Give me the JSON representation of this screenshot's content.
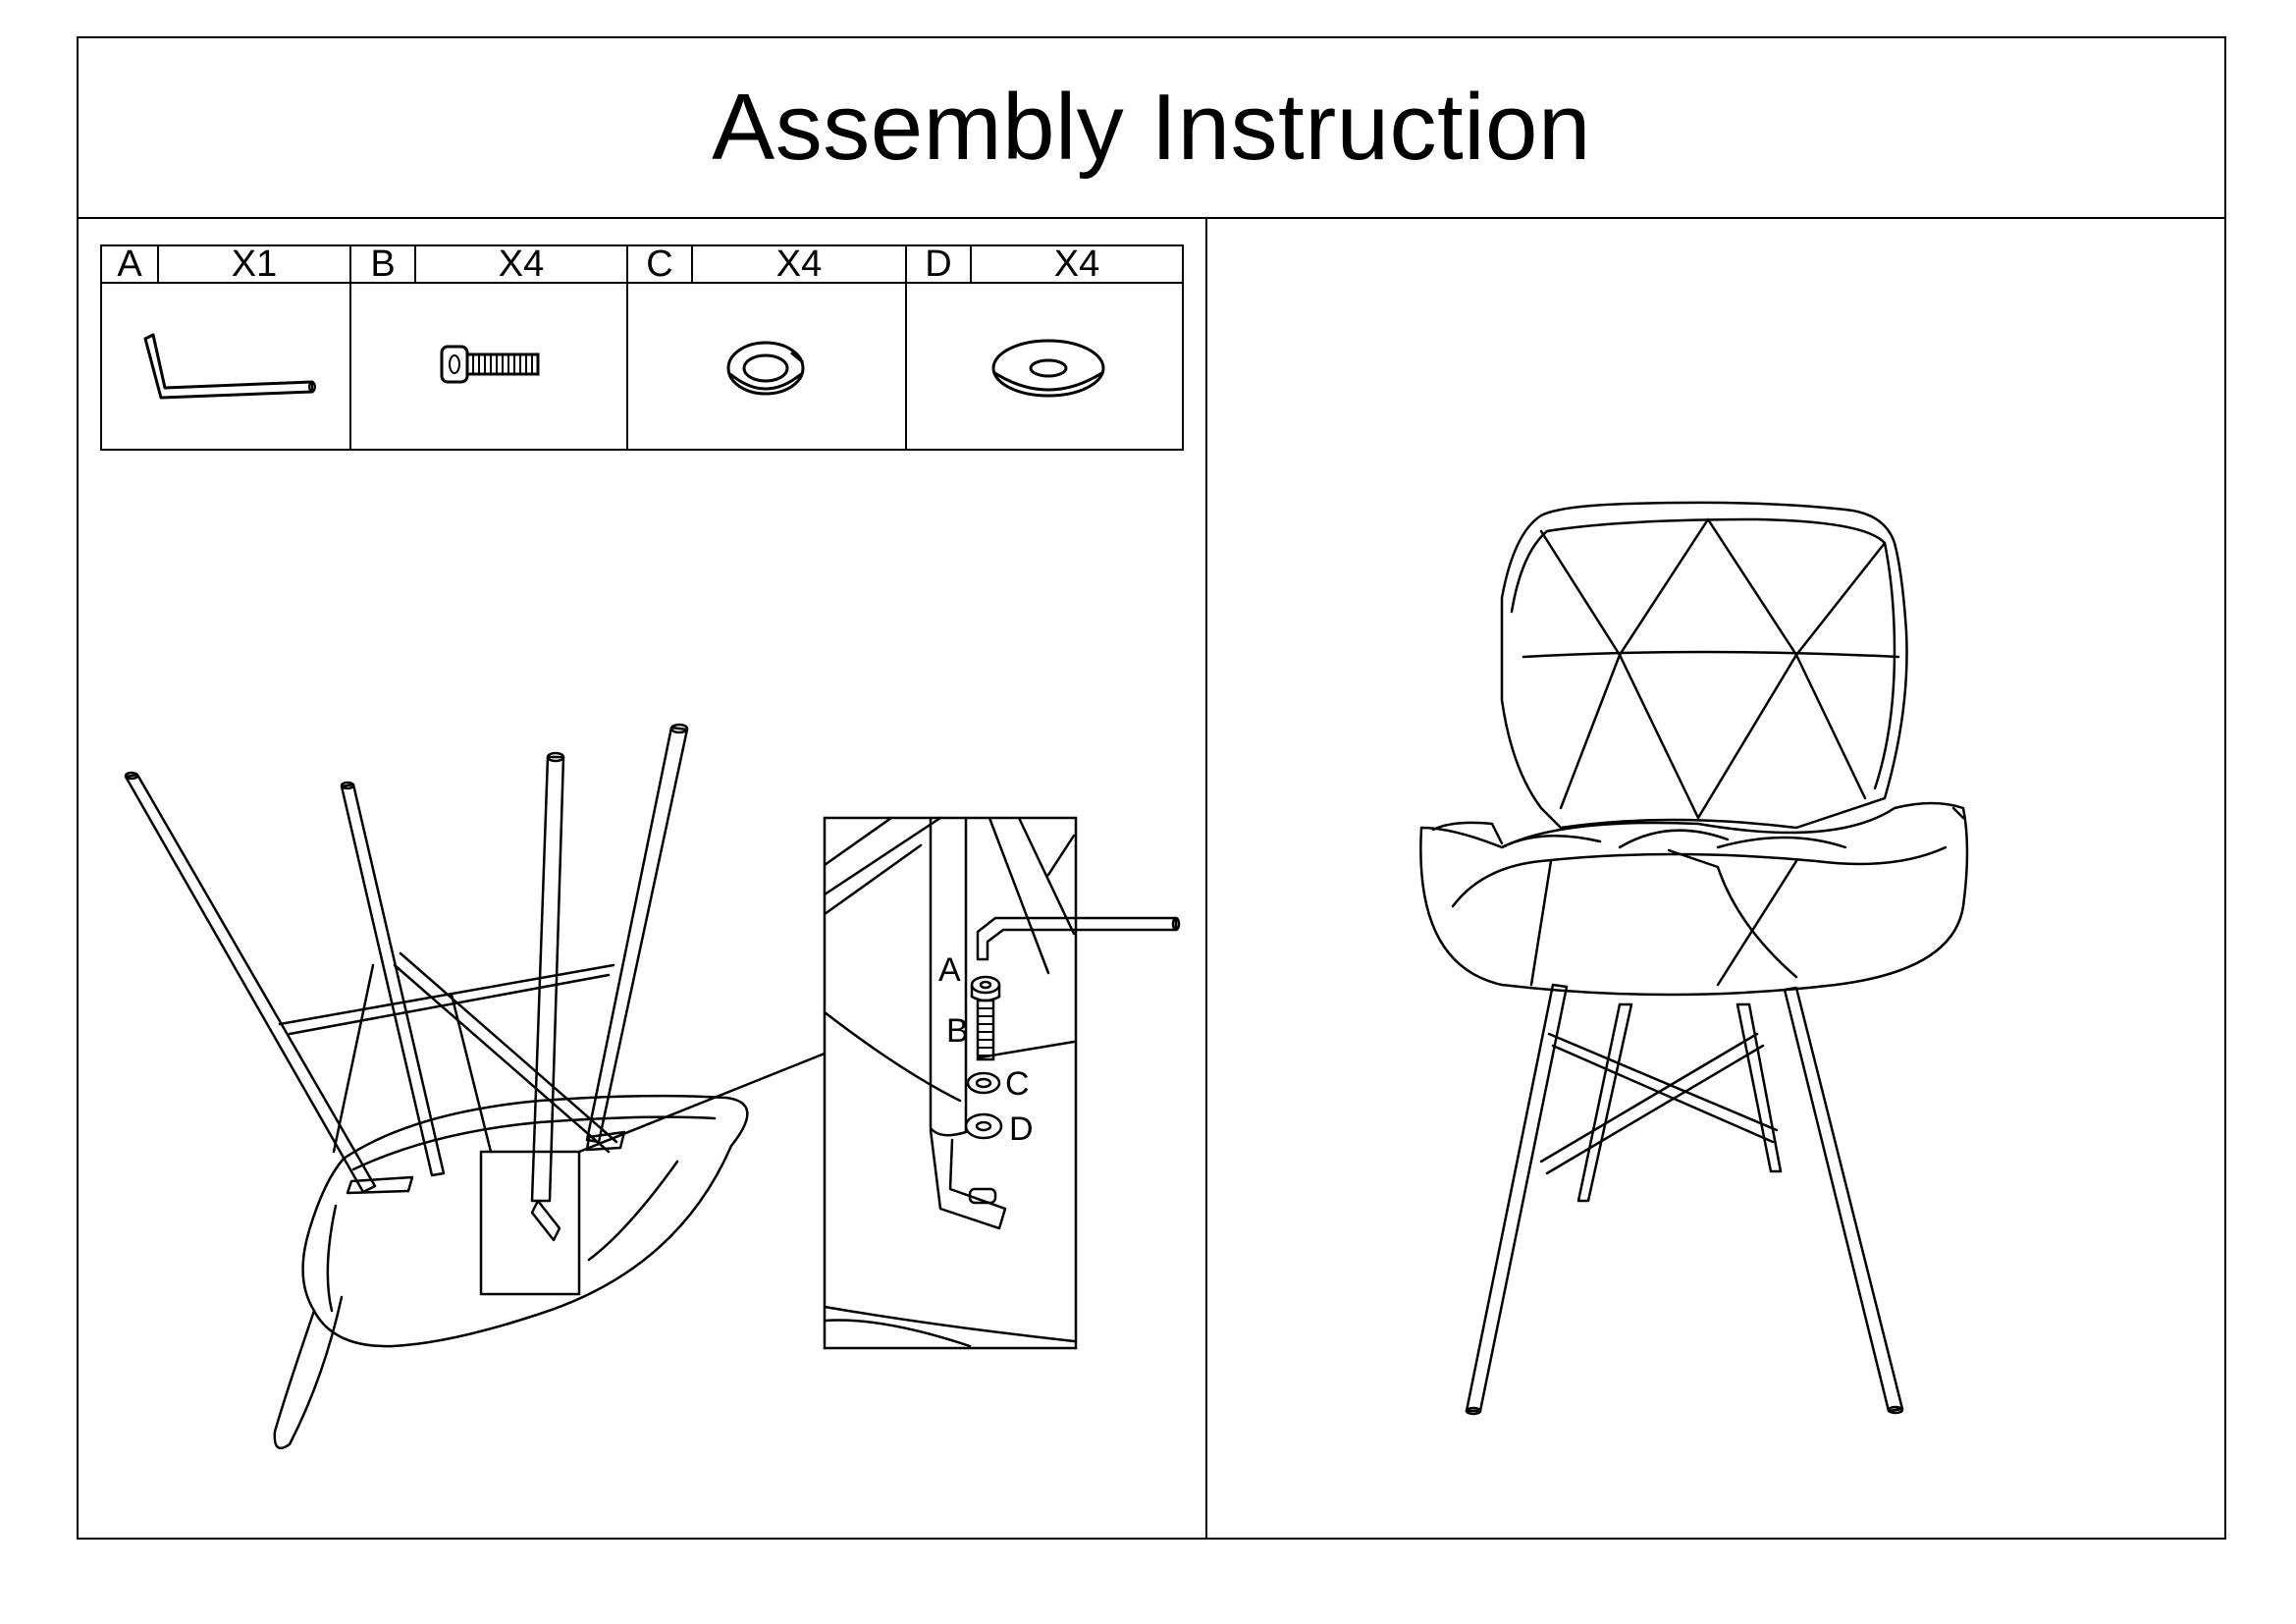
{
  "title": "Assembly Instruction",
  "parts": [
    {
      "code": "A",
      "qty": "X1",
      "icon": "hex-key-icon"
    },
    {
      "code": "B",
      "qty": "X4",
      "icon": "bolt-icon"
    },
    {
      "code": "C",
      "qty": "X4",
      "icon": "spring-washer-icon"
    },
    {
      "code": "D",
      "qty": "X4",
      "icon": "flat-washer-icon"
    }
  ],
  "detail_labels": {
    "a": "A",
    "b": "B",
    "c": "C",
    "d": "D"
  }
}
